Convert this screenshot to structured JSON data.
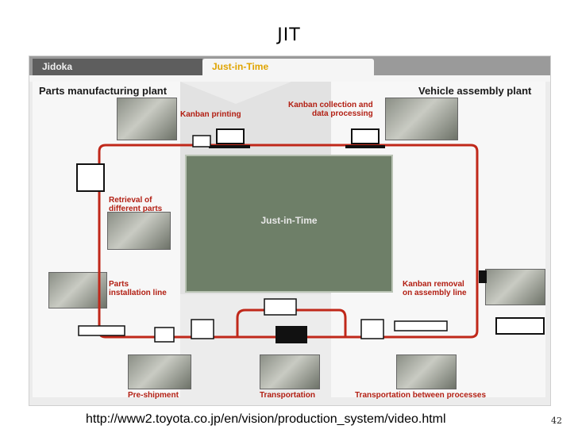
{
  "slide": {
    "title": "JIT",
    "url": "http://www2.toyota.co.jp/en/vision/production_system/video.html",
    "page_number": "42"
  },
  "tabs": [
    {
      "label": "Jidoka",
      "active": false
    },
    {
      "label": "Just-in-Time",
      "active": true
    }
  ],
  "plants": {
    "left": "Parts manufacturing plant",
    "right": "Vehicle assembly plant"
  },
  "center_label": "Just-in-Time",
  "step_labels": {
    "kanban_printing": "Kanban printing",
    "kanban_collection": [
      "Kanban collection and",
      "data processing"
    ],
    "retrieval": [
      "Retrieval of",
      "different parts"
    ],
    "parts_installation": [
      "Parts",
      "installation line"
    ],
    "kanban_removal": [
      "Kanban removal",
      "on assembly line"
    ],
    "pre_shipment": "Pre-shipment",
    "transportation": "Transportation",
    "transportation_between": "Transportation between processes"
  },
  "colors": {
    "loop_line": "#c0281a",
    "tab_active_text": "#e0a400",
    "label_red": "#b21e12",
    "center_box": "#6e7f68"
  }
}
